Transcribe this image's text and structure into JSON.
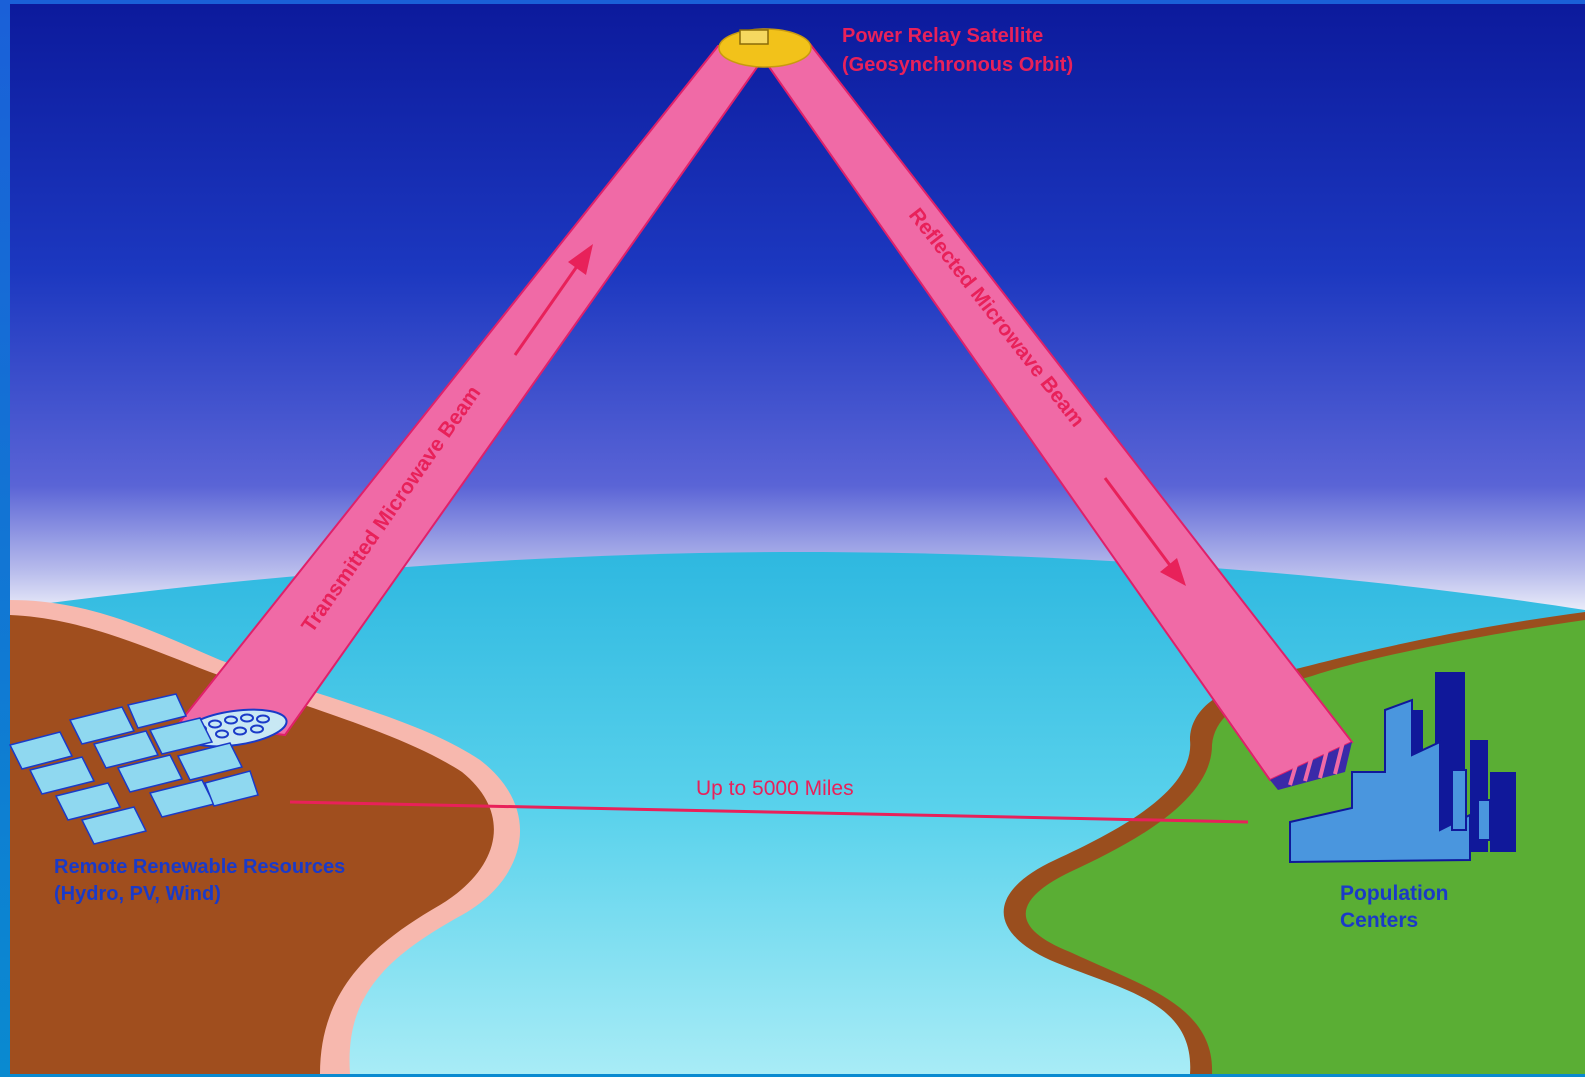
{
  "satellite": {
    "label_line1": "Power Relay Satellite",
    "label_line2": "(Geosynchronous Orbit)"
  },
  "beams": {
    "transmitted_label": "Transmitted Microwave Beam",
    "reflected_label": "Reflected Microwave Beam"
  },
  "distance": {
    "label": "Up to 5000 Miles"
  },
  "source": {
    "label_line1": "Remote Renewable Resources",
    "label_line2": "(Hydro, PV,  Wind)"
  },
  "destination": {
    "label_line1": "Population",
    "label_line2": "Centers"
  },
  "colors": {
    "beam": "#f06aa6",
    "beam_edge": "#e0206a",
    "label_red": "#e8215a",
    "label_blue": "#1a3ac8",
    "land_brown": "#a04e1e",
    "land_green": "#5aae34",
    "ocean": "#38c8e6",
    "satellite": "#f2c21a",
    "solar_panel": "#8fd8f0",
    "city_dark": "#10189a",
    "city_light": "#4a96de"
  }
}
